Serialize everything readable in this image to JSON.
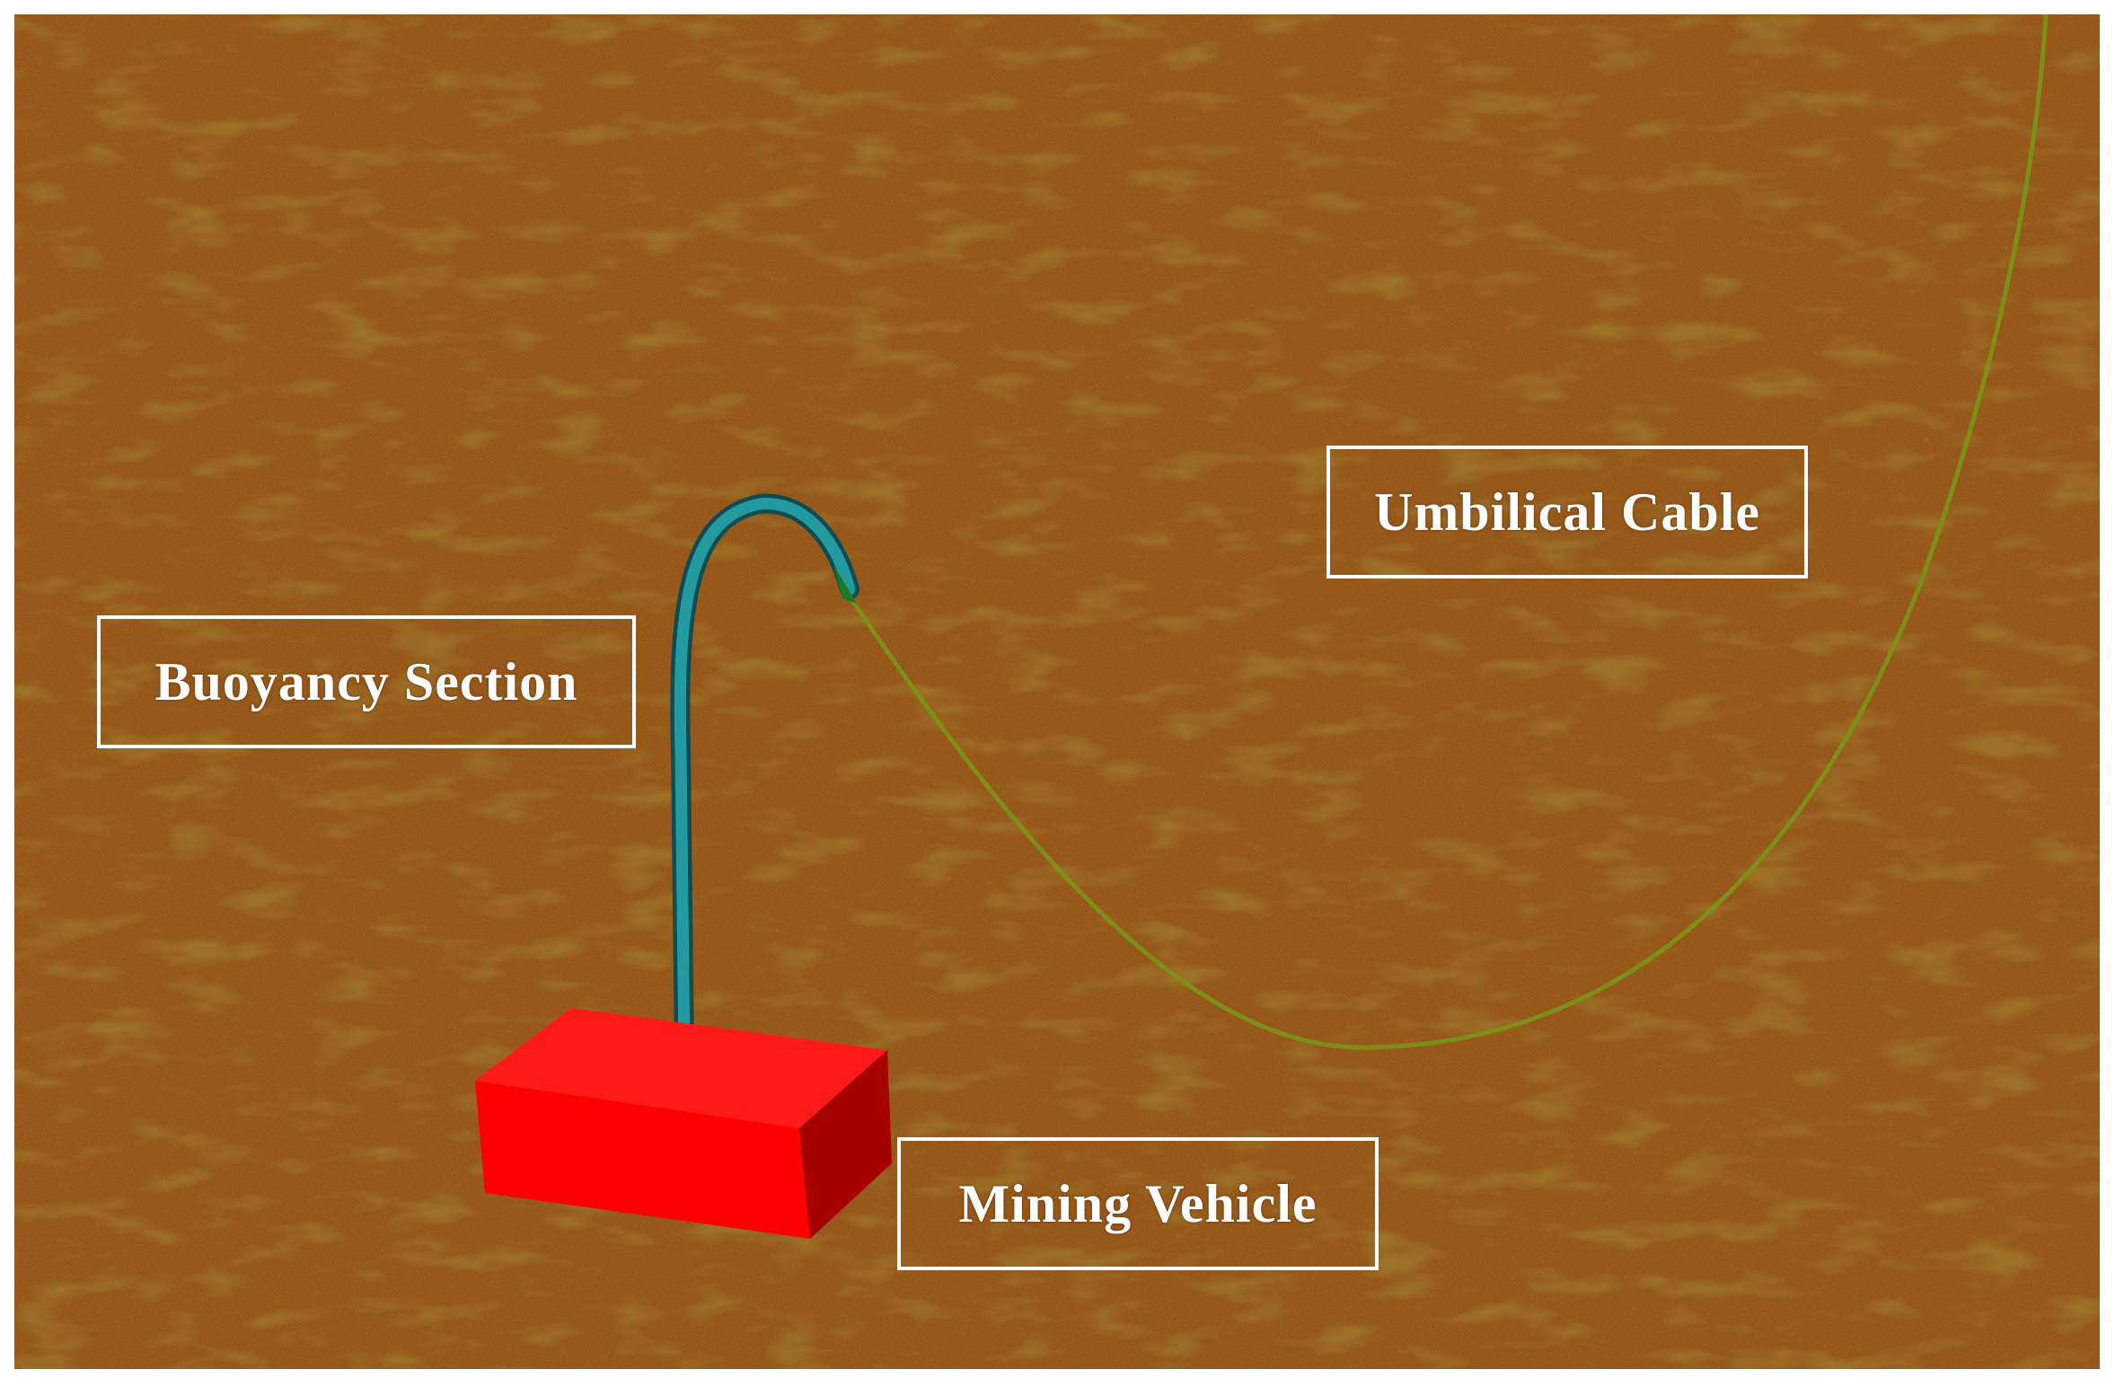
{
  "labels": {
    "buoyancy_section": "Buoyancy Section",
    "umbilical_cable": "Umbilical Cable",
    "mining_vehicle": "Mining Vehicle"
  },
  "colors": {
    "seabed": "#8a4a0d",
    "seabed_dark": "#5a2f07",
    "vehicle_front": "#ff0000",
    "vehicle_side": "#a60000",
    "buoyancy_section": "#1f8a8f",
    "umbilical_cable": "#7e8f18",
    "label_border": "#ffffff",
    "label_text": "#ffffff"
  }
}
